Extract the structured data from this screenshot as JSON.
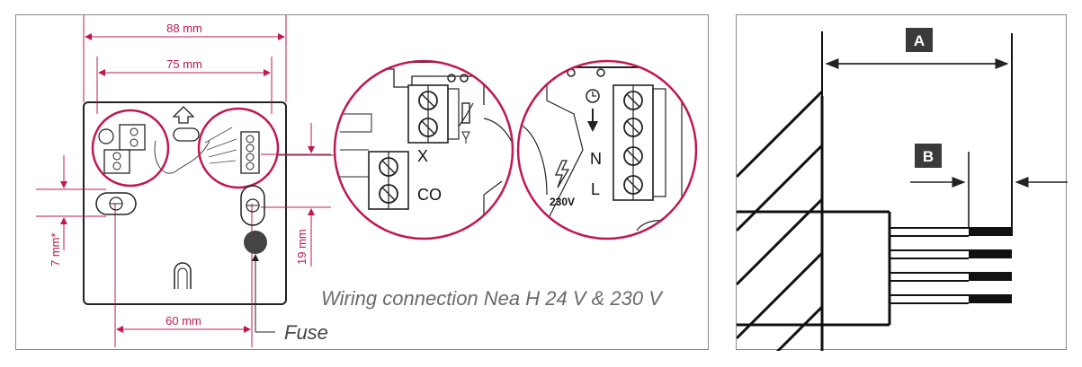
{
  "dimensions": {
    "width_88": "88 mm",
    "width_75": "75 mm",
    "width_60": "60 mm",
    "height_7": "7 mm*",
    "height_19": "19 mm"
  },
  "caption": "Wiring connection Nea H 24 V & 230 V",
  "fuse_label": "Fuse",
  "terminals_left": {
    "x": "X",
    "co": "CO"
  },
  "terminals_right": {
    "n": "N",
    "l": "L",
    "voltage": "230V"
  },
  "right_panel": {
    "label_a": "A",
    "label_b": "B"
  },
  "colors": {
    "accent": "#c0184f",
    "dark": "#1a1a1a",
    "label_box": "#3a3a3a"
  },
  "icons": [
    "arrow-up-icon",
    "thermistor-icon",
    "clock-icon",
    "lightning-icon",
    "down-arrow-icon"
  ]
}
